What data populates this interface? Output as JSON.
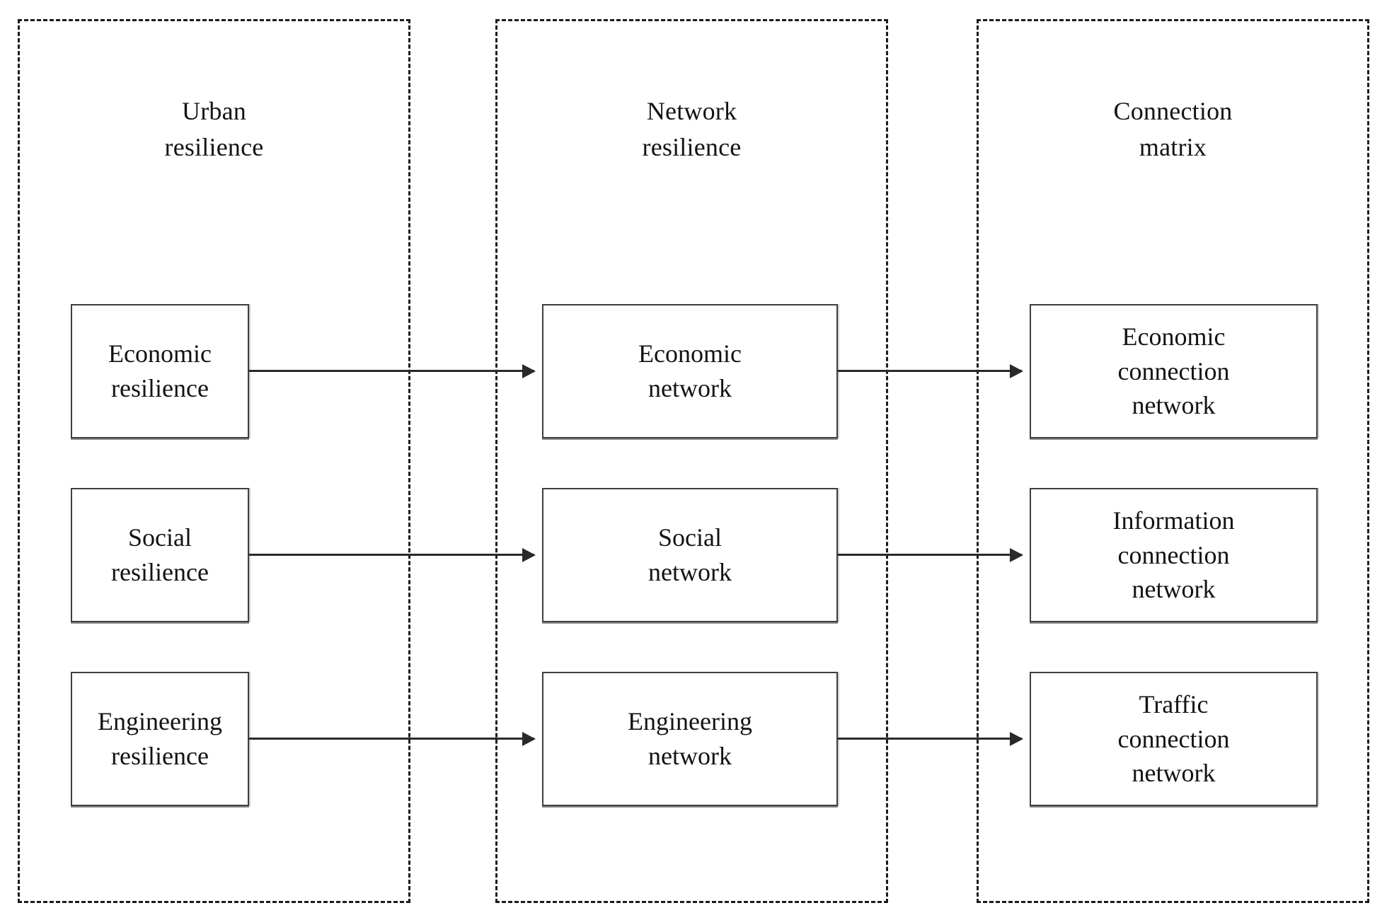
{
  "figure": {
    "type": "flow-diagram",
    "orientation": "left-to-right",
    "columns": 3,
    "rows": 3
  },
  "panels": [
    {
      "id": "urban-resilience",
      "title": "Urban\nresilience"
    },
    {
      "id": "network-resilience",
      "title": "Network\nresilience"
    },
    {
      "id": "connection-matrix",
      "title": "Connection\nmatrix"
    }
  ],
  "nodes": {
    "column_1": [
      {
        "label": "Economic\nresilience"
      },
      {
        "label": "Social\nresilience"
      },
      {
        "label": "Engineering\nresilience"
      }
    ],
    "column_2": [
      {
        "label": "Economic\nnetwork"
      },
      {
        "label": "Social\nnetwork"
      },
      {
        "label": "Engineering\nnetwork"
      }
    ],
    "column_3": [
      {
        "label": "Economic\nconnection\nnetwork"
      },
      {
        "label": "Information\nconnection\nnetwork"
      },
      {
        "label": "Traffic\nconnection\nnetwork"
      }
    ]
  },
  "edges": [
    {
      "from": "Economic resilience",
      "to": "Economic network"
    },
    {
      "from": "Social resilience",
      "to": "Social network"
    },
    {
      "from": "Engineering resilience",
      "to": "Engineering network"
    },
    {
      "from": "Economic network",
      "to": "Economic connection network"
    },
    {
      "from": "Social network",
      "to": "Information connection network"
    },
    {
      "from": "Engineering network",
      "to": "Traffic connection network"
    }
  ],
  "colors": {
    "background": "#ffffff",
    "text": "#131313",
    "box_border": "#3e3e3e",
    "panel_border": "#1c1c1c",
    "arrow": "#2a2a2a"
  }
}
